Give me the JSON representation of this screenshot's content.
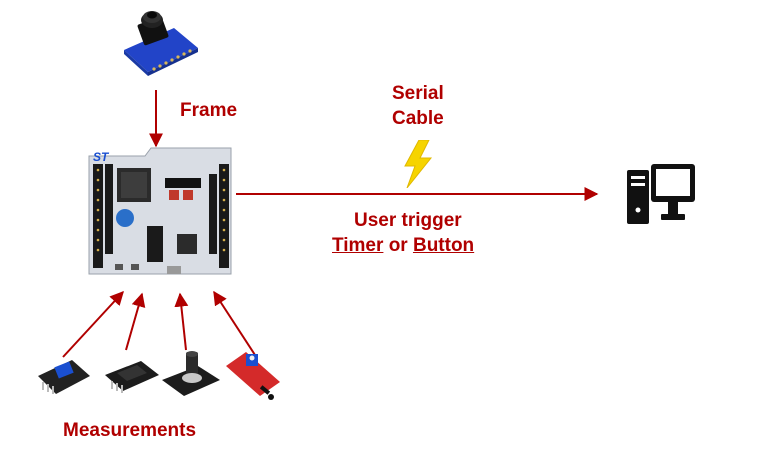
{
  "labels": {
    "frame": "Frame",
    "serial_line1": "Serial",
    "serial_line2": "Cable",
    "user_trigger": "User trigger",
    "timer": "Timer",
    "or": "or",
    "button": "Button",
    "measurements": "Measurements",
    "board_logo": "ST"
  },
  "colors": {
    "accent": "#b00000",
    "bolt": "#f6d400",
    "pcb": "#d9dde4",
    "sensor_blue": "#1a4fd0",
    "sensor_red": "#d42a2a"
  },
  "icons": [
    "camera-module-icon",
    "nucleo-board-icon",
    "lightning-bolt-icon",
    "desktop-computer-icon",
    "sensor-module-icon"
  ]
}
